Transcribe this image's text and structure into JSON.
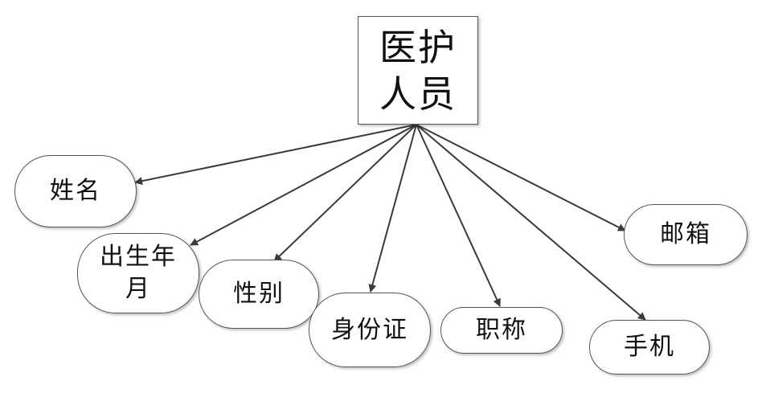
{
  "entity": {
    "label": "医护\n人员"
  },
  "attributes": [
    {
      "key": "name",
      "label": "姓名"
    },
    {
      "key": "birth",
      "label": "出生年\n月"
    },
    {
      "key": "gender",
      "label": "性别"
    },
    {
      "key": "id",
      "label": "身份证"
    },
    {
      "key": "title",
      "label": "职称"
    },
    {
      "key": "phone",
      "label": "手机"
    },
    {
      "key": "email",
      "label": "邮箱"
    }
  ],
  "colors": {
    "line": "#3a3a3a",
    "border": "#555555",
    "text": "#111111"
  }
}
